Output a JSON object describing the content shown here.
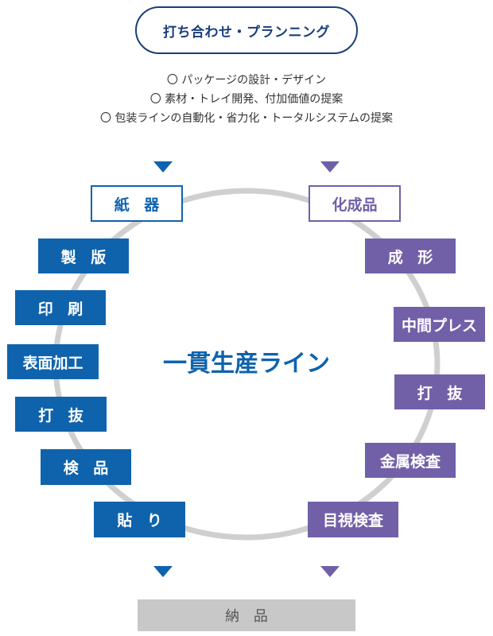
{
  "header": {
    "title": "打ち合わせ・プランニング"
  },
  "notes": [
    "〇 パッケージの設計・デザイン",
    "〇 素材・トレイ開発、付加価値の提案",
    "〇 包装ラインの自動化・省力化・トータルシステムの提案"
  ],
  "center_label": "一貫生産ライン",
  "paper": {
    "title": "紙 器",
    "steps": [
      "製 版",
      "印 刷",
      "表面加工",
      "打 抜",
      "検 品",
      "貼 り"
    ]
  },
  "plastic": {
    "title": "化成品",
    "steps": [
      "成 形",
      "中間プレス",
      "打 抜",
      "金属検査",
      "目視検査"
    ]
  },
  "final": {
    "label": "納 品"
  },
  "colors": {
    "paper_blue": "#0f63ad",
    "plastic_purple": "#7160a8",
    "header_navy": "#1a3e7a",
    "ring_gray": "#cfcfcf",
    "final_gray": "#c8c8c8"
  }
}
